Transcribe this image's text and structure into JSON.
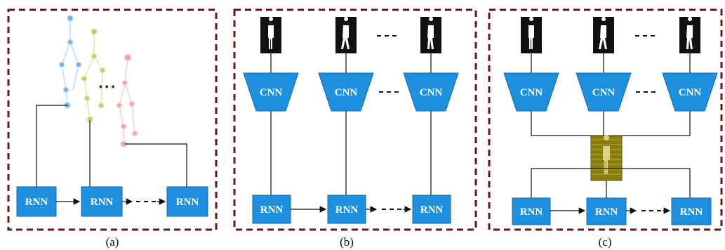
{
  "panels": {
    "a": {
      "caption": "(a)",
      "rnn_labels": [
        "RNN",
        "RNN",
        "RNN"
      ],
      "skeleton_ellipsis": "• • •"
    },
    "b": {
      "caption": "(b)",
      "cnn_labels": [
        "CNN",
        "CNN",
        "CNN"
      ],
      "rnn_labels": [
        "RNN",
        "RNN",
        "RNN"
      ]
    },
    "c": {
      "caption": "(c)",
      "cnn_labels": [
        "CNN",
        "CNN",
        "CNN"
      ],
      "rnn_labels": [
        "RNN",
        "RNN",
        "RNN"
      ]
    }
  },
  "colors": {
    "block_fill": "#1e90e0",
    "frame": "#6b1414",
    "attention_map": "#8a7d10",
    "skeleton_blue": "#6ab4ec",
    "skeleton_green": "#b8d45a",
    "skeleton_red": "#f0a8a0"
  }
}
